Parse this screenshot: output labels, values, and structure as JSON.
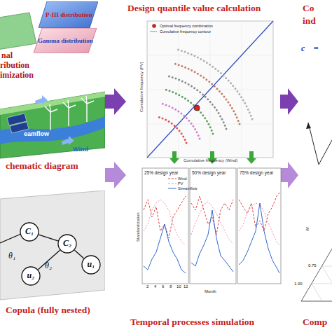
{
  "diagram": {
    "nodes": [
      {
        "text": [
          "P-III distribution"
        ]
      },
      {
        "text": [
          "Gamma distribution"
        ]
      },
      {
        "text": [
          "chematic diagram"
        ]
      },
      {
        "text": [
          "Copula (fully nested)"
        ]
      },
      {
        "text": [
          "C₁"
        ],
        "in": 3
      },
      {
        "text": [
          "C₂"
        ],
        "in": 3
      },
      {
        "text": [
          "u₁"
        ],
        "in": 3
      },
      {
        "text": [
          "u₂"
        ],
        "in": 3
      }
    ],
    "edges": [
      {
        "from": 4,
        "to": 5,
        "arrow": "none"
      },
      {
        "from": 5,
        "to": 6,
        "arrow": "none"
      },
      {
        "from": 5,
        "to": 7,
        "arrow": "none"
      }
    ],
    "labels": [
      "nal",
      "ribution",
      "imization",
      "eamflow",
      "Wind",
      "θ₁",
      "θ₂",
      "Design quantile value calculation",
      "Cumulative frequency (PV)",
      "Cumulative frequency (Wind)",
      "25% design year",
      "50% design year",
      "75% design year",
      "Standardization",
      "2",
      "4",
      "6",
      "8",
      "10",
      "12",
      "Month",
      "Temporal processes simulation",
      "Co",
      "ind",
      "c⃗ =",
      "W",
      "0.75",
      "1.00",
      "Comp"
    ],
    "legend": [
      {
        "text": "Optimal frequency combination"
      },
      {
        "text": "Cumulative frequency contour"
      },
      {
        "text": "Wind"
      },
      {
        "text": "PV"
      },
      {
        "text": "Streamflow"
      }
    ]
  }
}
